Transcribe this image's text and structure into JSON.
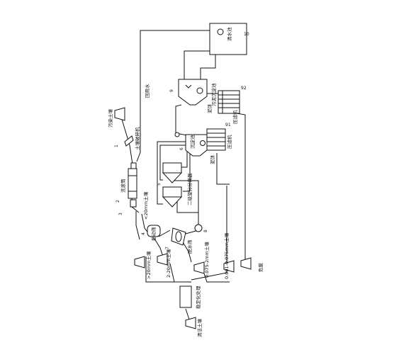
{
  "labels": {
    "contaminated_soil": "污染土壤",
    "soil_crusher": "土壤破碎机",
    "drum_washer": "洗滚筒",
    "recycled_water": "回用水",
    "fraction_over_20": ">20mm土壤",
    "fraction_under_20": "<20mm土壤",
    "vibrating_screen": "振动筛",
    "fraction_2_20": "2-20mm土壤",
    "dewatering_screen": "脱水筛",
    "fraction_0075_2": "0.075-2mm土壤",
    "two_stage_hydrocyclone": "二级旋分分离器",
    "fraction_fine": "0.001-0.075mm土壤",
    "dangerous_waste": "危废",
    "sedimentation_tank": "沉淀池",
    "filter_press_1": "压滤机",
    "sludge_1": "泥饼",
    "sewage_sedimentation": "污泥沉淀池",
    "filter_press_2": "压滤机",
    "sludge_2": "泥饼",
    "clear_water_tank": "清水池",
    "stabilization": "稳定化处理",
    "clean_soil": "清洁土壤"
  },
  "numbers": {
    "n1": "1",
    "n2": "2",
    "n3": "3",
    "n4": "4",
    "n5": "5",
    "n6": "6",
    "n7": "7",
    "n8": "8",
    "n9": "9",
    "n10": "10",
    "n91": "91",
    "n92": "92"
  }
}
